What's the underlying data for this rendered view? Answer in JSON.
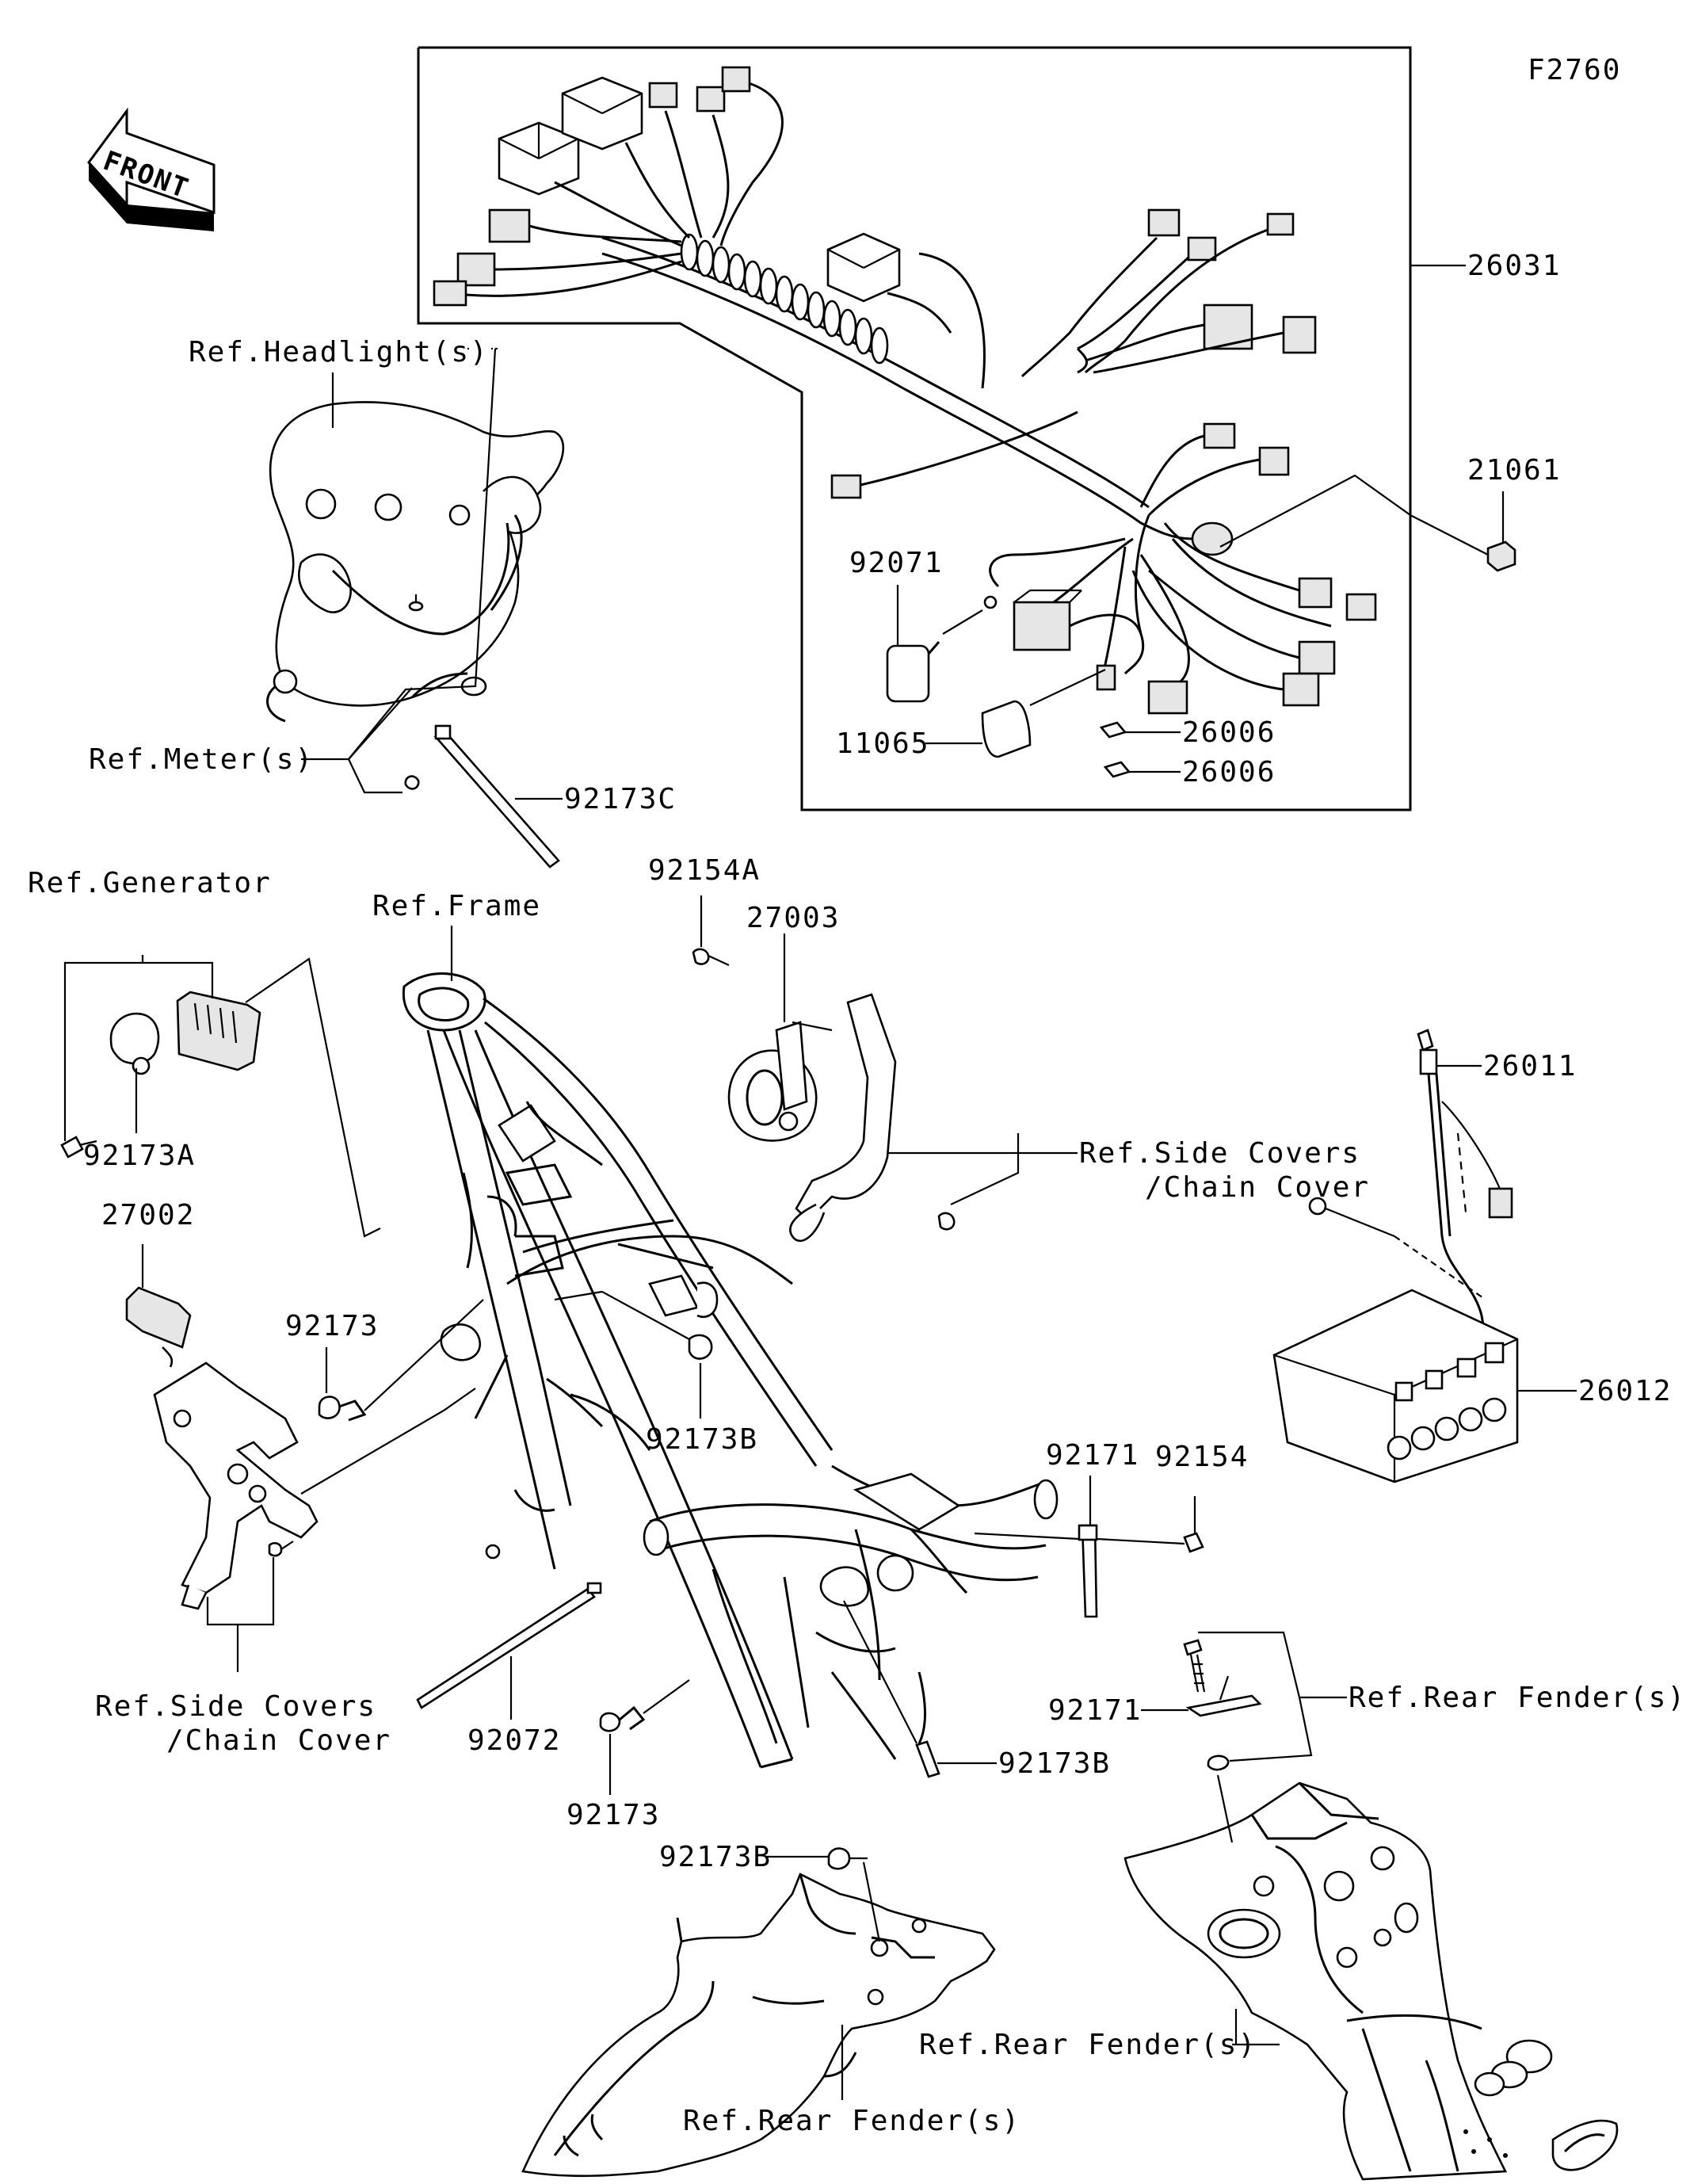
{
  "figure_code": "F2760",
  "front_label": "FRONT",
  "parts": {
    "p26031": "26031",
    "p21061": "21061",
    "p92071": "92071",
    "p11065": "11065",
    "p26006a": "26006",
    "p26006b": "26006",
    "p92173C": "92173C",
    "p92154A": "92154A",
    "p27003": "27003",
    "p26011": "26011",
    "p92173A": "92173A",
    "p27002": "27002",
    "p92173a": "92173",
    "p92173B_a": "92173B",
    "p26012": "26012",
    "p92171a": "92171",
    "p92154": "92154",
    "p92072": "92072",
    "p92173b": "92173",
    "p92173B_b": "92173B",
    "p92171b": "92171",
    "p92173B_c": "92173B"
  },
  "refs": {
    "headlight": "Ref.Headlight(s)",
    "meter": "Ref.Meter(s)",
    "generator": "Ref.Generator",
    "frame": "Ref.Frame",
    "side_covers_1_line1": "Ref.Side Covers",
    "side_covers_1_line2": "/Chain Cover",
    "side_covers_2_line1": "Ref.Side Covers",
    "side_covers_2_line2": "/Chain Cover",
    "rear_fender_1": "Ref.Rear Fender(s)",
    "rear_fender_2": "Ref.Rear Fender(s)",
    "rear_fender_3": "Ref.Rear Fender(s)"
  }
}
